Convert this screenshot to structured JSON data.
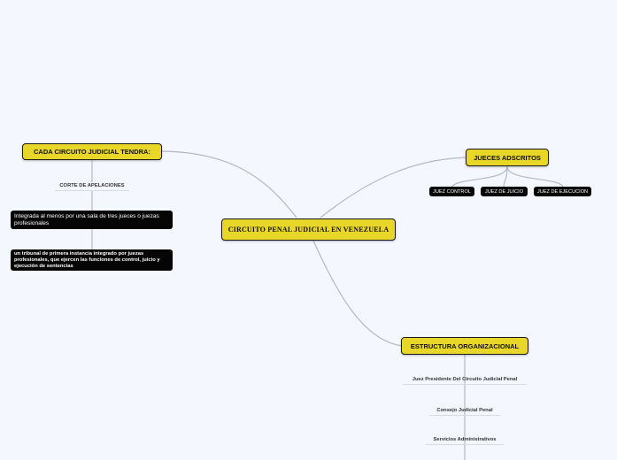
{
  "central": {
    "label": "CIRCUITO PENAL JUDICIAL EN VENEZUELA"
  },
  "left_branch": {
    "title": "CADA CIRCUITO JUDICIAL TENDRA:",
    "subtopic": "CORTE DE APELACIONES",
    "items": [
      "Integrada al menos por una sala de tres jueces o juezas profesionales",
      "un tribunal de primera instancia integrado por juezas profesionales, que ejercen las funciones de control, juicio y ejecución de sentencias"
    ]
  },
  "right_top_branch": {
    "title": "JUECES ADSCRITOS",
    "items": [
      "JUEZ CONTROL",
      "JUEZ DE JUICIO",
      "JUEZ DE EJECUCION"
    ]
  },
  "right_bottom_branch": {
    "title": "ESTRUCTURA ORGANIZACIONAL",
    "items": [
      "Juez Presidente Del Circuito Judicial Penal",
      "Consejo Judicial Penal",
      "Servicios Administrativos"
    ]
  },
  "colors": {
    "node_yellow": "#e8d629",
    "connector": "#b4b8c4",
    "background": "#f4f7fd"
  }
}
